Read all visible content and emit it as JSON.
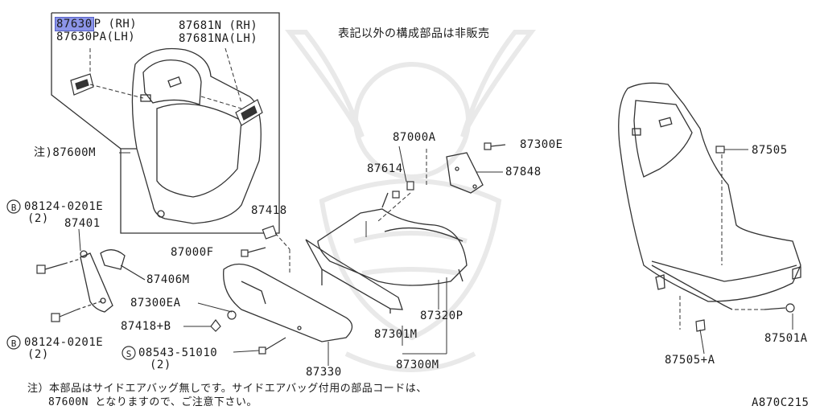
{
  "header_note": "表記以外の構成部品は非販売",
  "figure_id": "A870C215",
  "footnote": {
    "line1": "注）本部品はサイドエアバッグ無しです。サイドエアバッグ付用の部品コードは、",
    "line2": "87600N となりますので、ご注意下さい。"
  },
  "callouts": {
    "p87630p_hl": "87630",
    "p87630p_rest": "P (RH)",
    "p87630pa": "87630PA(LH)",
    "p87681n": "87681N (RH)",
    "p87681na": "87681NA(LH)",
    "p87600m": "注)87600M",
    "b08124_top": "08124-0201E",
    "b08124_top_qty": "(2)",
    "p87401": "87401",
    "p87406m": "87406M",
    "b08124_bot": "08124-0201E",
    "b08124_bot_qty": "(2)",
    "p87000a": "87000A",
    "p87614": "87614",
    "p87300e": "87300E",
    "p87848": "87848",
    "p87418": "87418",
    "p87000f": "87000F",
    "p87300ea": "87300EA",
    "p87418b": "87418+B",
    "s08543": "08543-51010",
    "s08543_qty": "(2)",
    "p87330": "87330",
    "p87320p": "87320P",
    "p87301m": "87301M",
    "p87300m": "87300M",
    "p87505": "87505",
    "p87505a": "87505+A",
    "p87501a": "87501A"
  },
  "markers": {
    "bolt_symbol": "B",
    "screw_symbol": "S"
  }
}
